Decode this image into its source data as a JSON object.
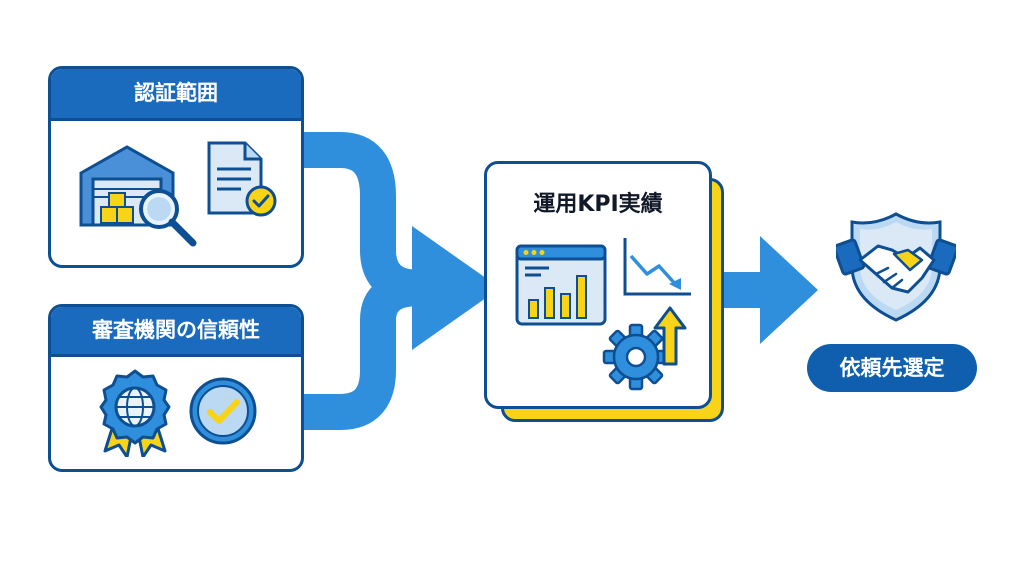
{
  "cards": {
    "scope_title": "認証範囲",
    "trust_title": "審査機関の信頼性",
    "kpi_title": "運用KPI実績"
  },
  "result": {
    "label": "依頼先選定"
  },
  "icons": {
    "scope": [
      "warehouse-icon",
      "magnifier-icon",
      "certified-document-icon"
    ],
    "trust": [
      "globe-award-badge-icon",
      "check-circle-icon"
    ],
    "kpi": [
      "dashboard-bar-chart-icon",
      "declining-line-chart-icon",
      "gear-icon",
      "up-arrow-icon"
    ],
    "result": [
      "handshake-shield-icon"
    ]
  },
  "colors": {
    "primary": "#1a6bbd",
    "dark": "#0d4f92",
    "arrow": "#2f8fdc",
    "accent": "#f7d417"
  }
}
